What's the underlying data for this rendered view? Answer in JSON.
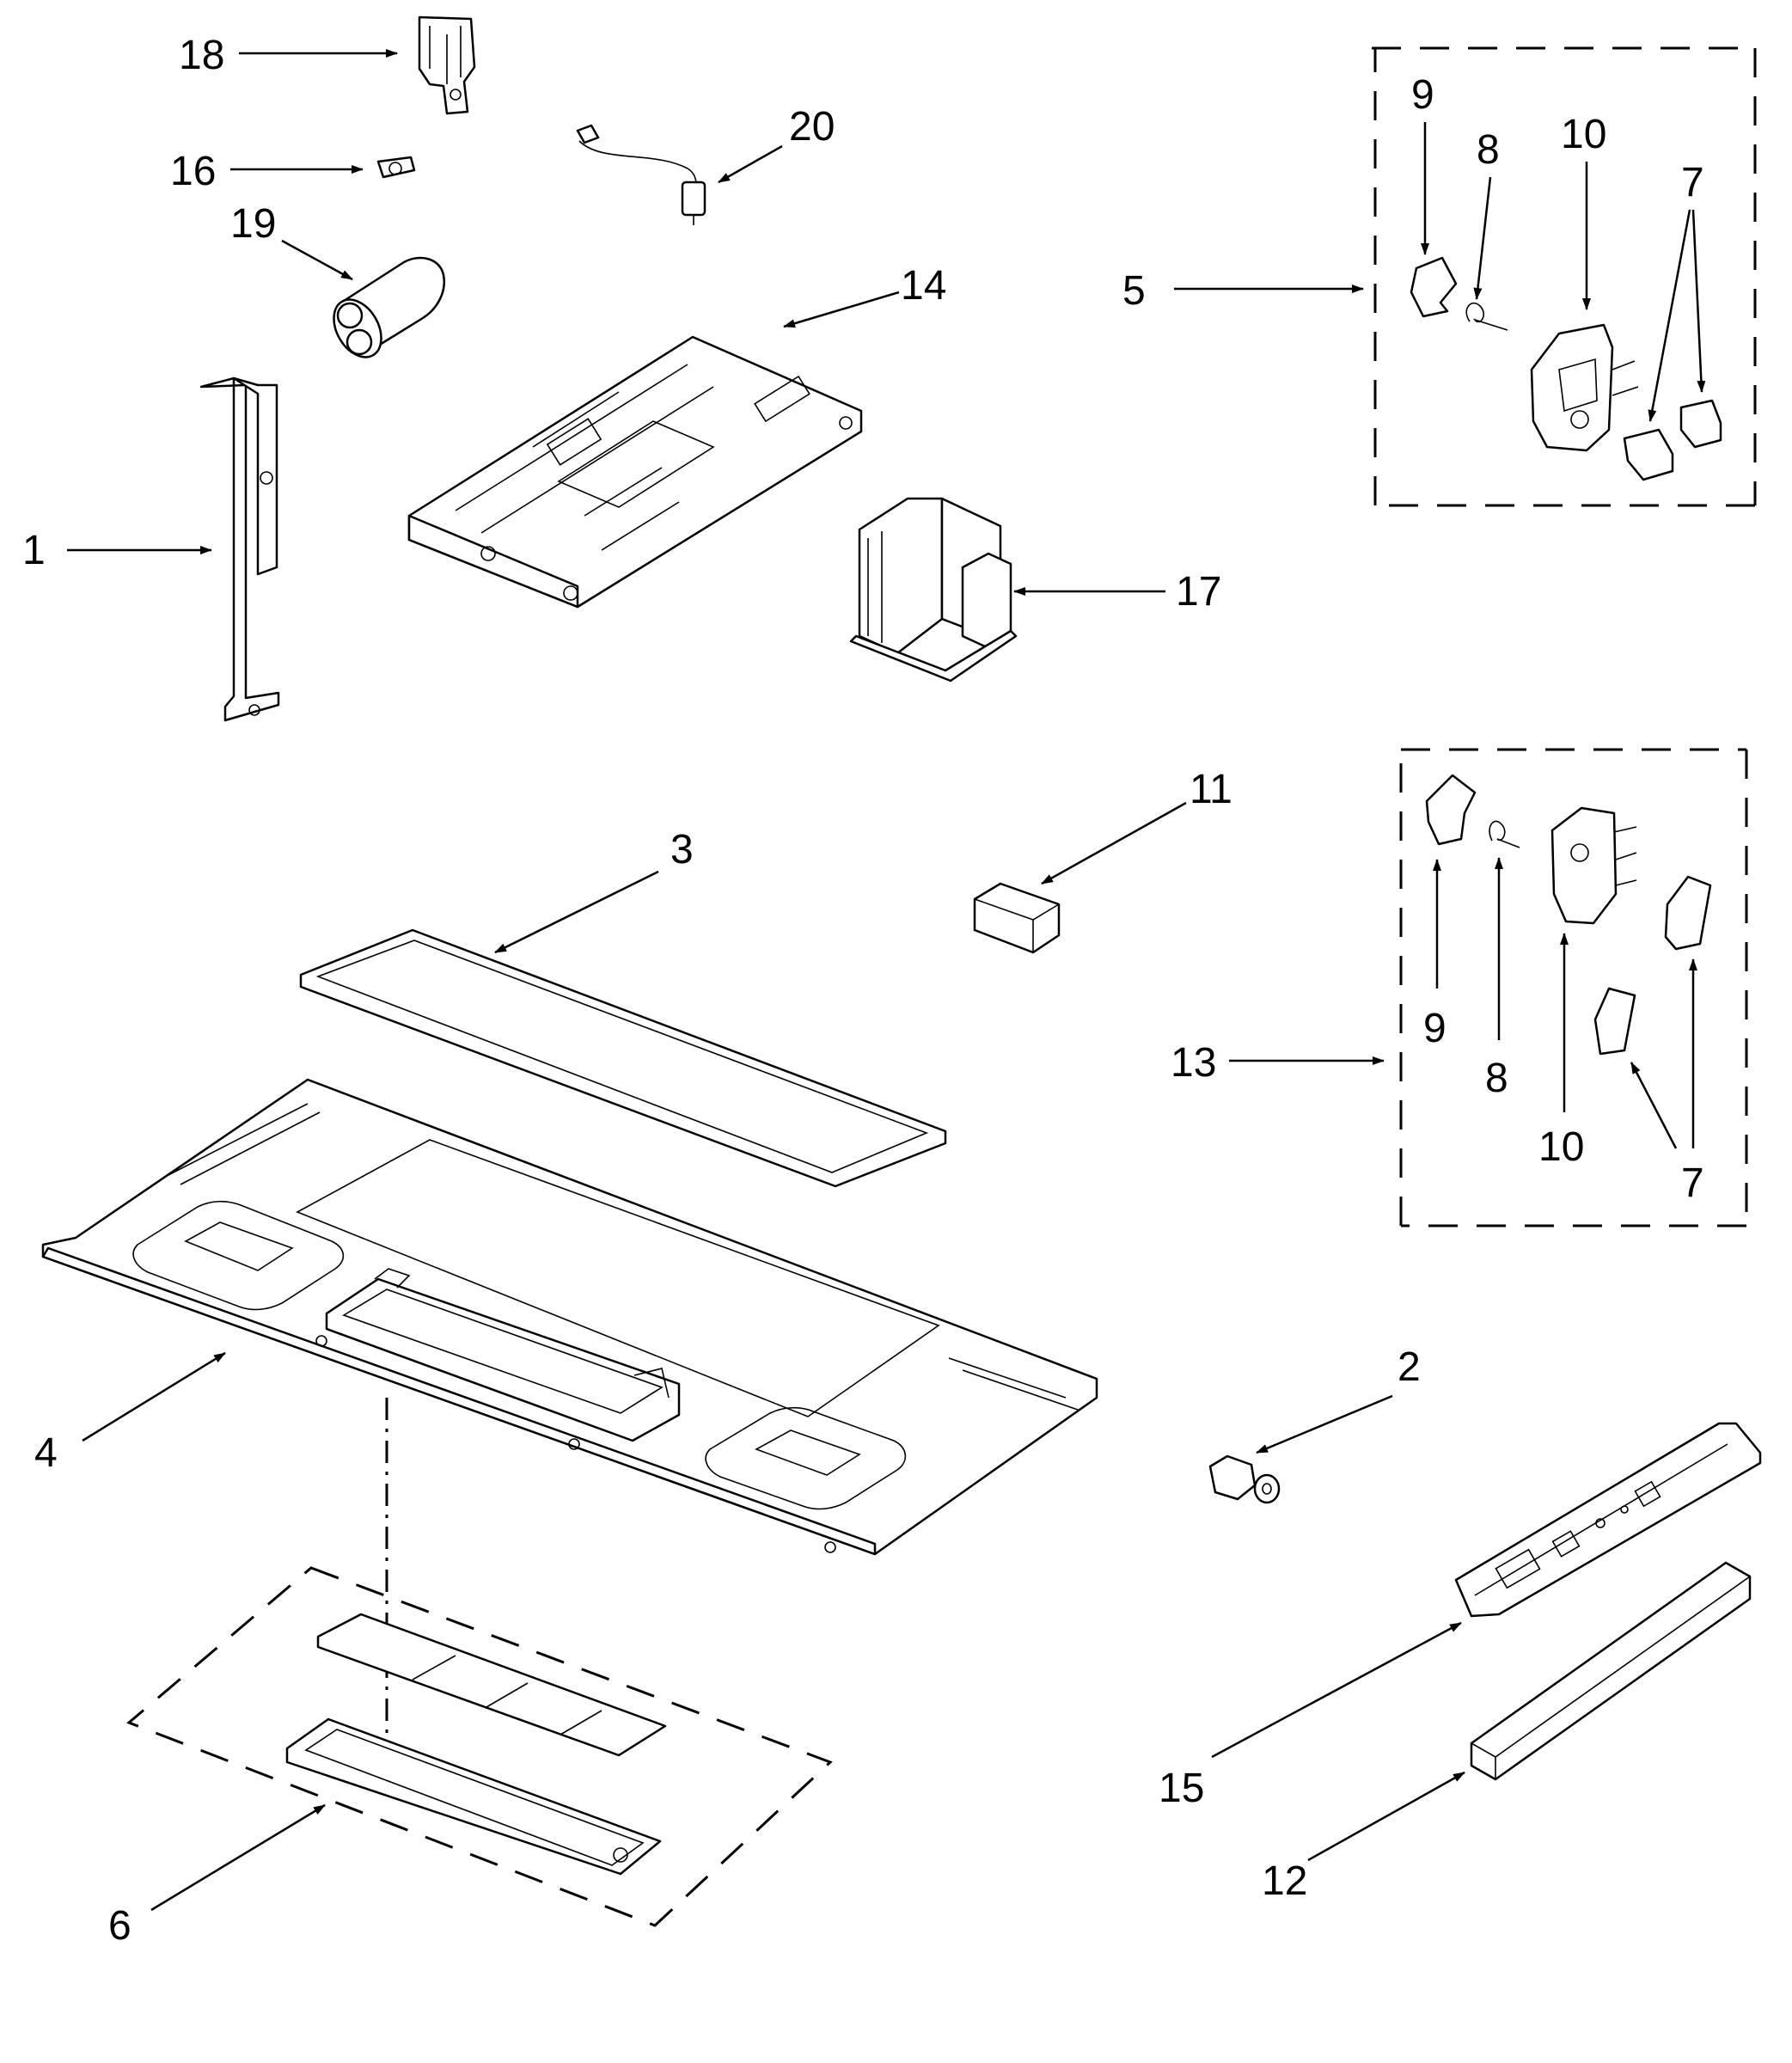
{
  "callouts": {
    "c1": "1",
    "c2": "2",
    "c3": "3",
    "c4": "4",
    "c5": "5",
    "c6": "6",
    "c7a": "7",
    "c7b": "7",
    "c8a": "8",
    "c8b": "8",
    "c9a": "9",
    "c9b": "9",
    "c10a": "10",
    "c10b": "10",
    "c11": "11",
    "c12": "12",
    "c13": "13",
    "c14": "14",
    "c15": "15",
    "c16": "16",
    "c17": "17",
    "c18": "18",
    "c19": "19",
    "c20": "20"
  },
  "colors": {
    "line": "#000000",
    "background": "#ffffff"
  }
}
